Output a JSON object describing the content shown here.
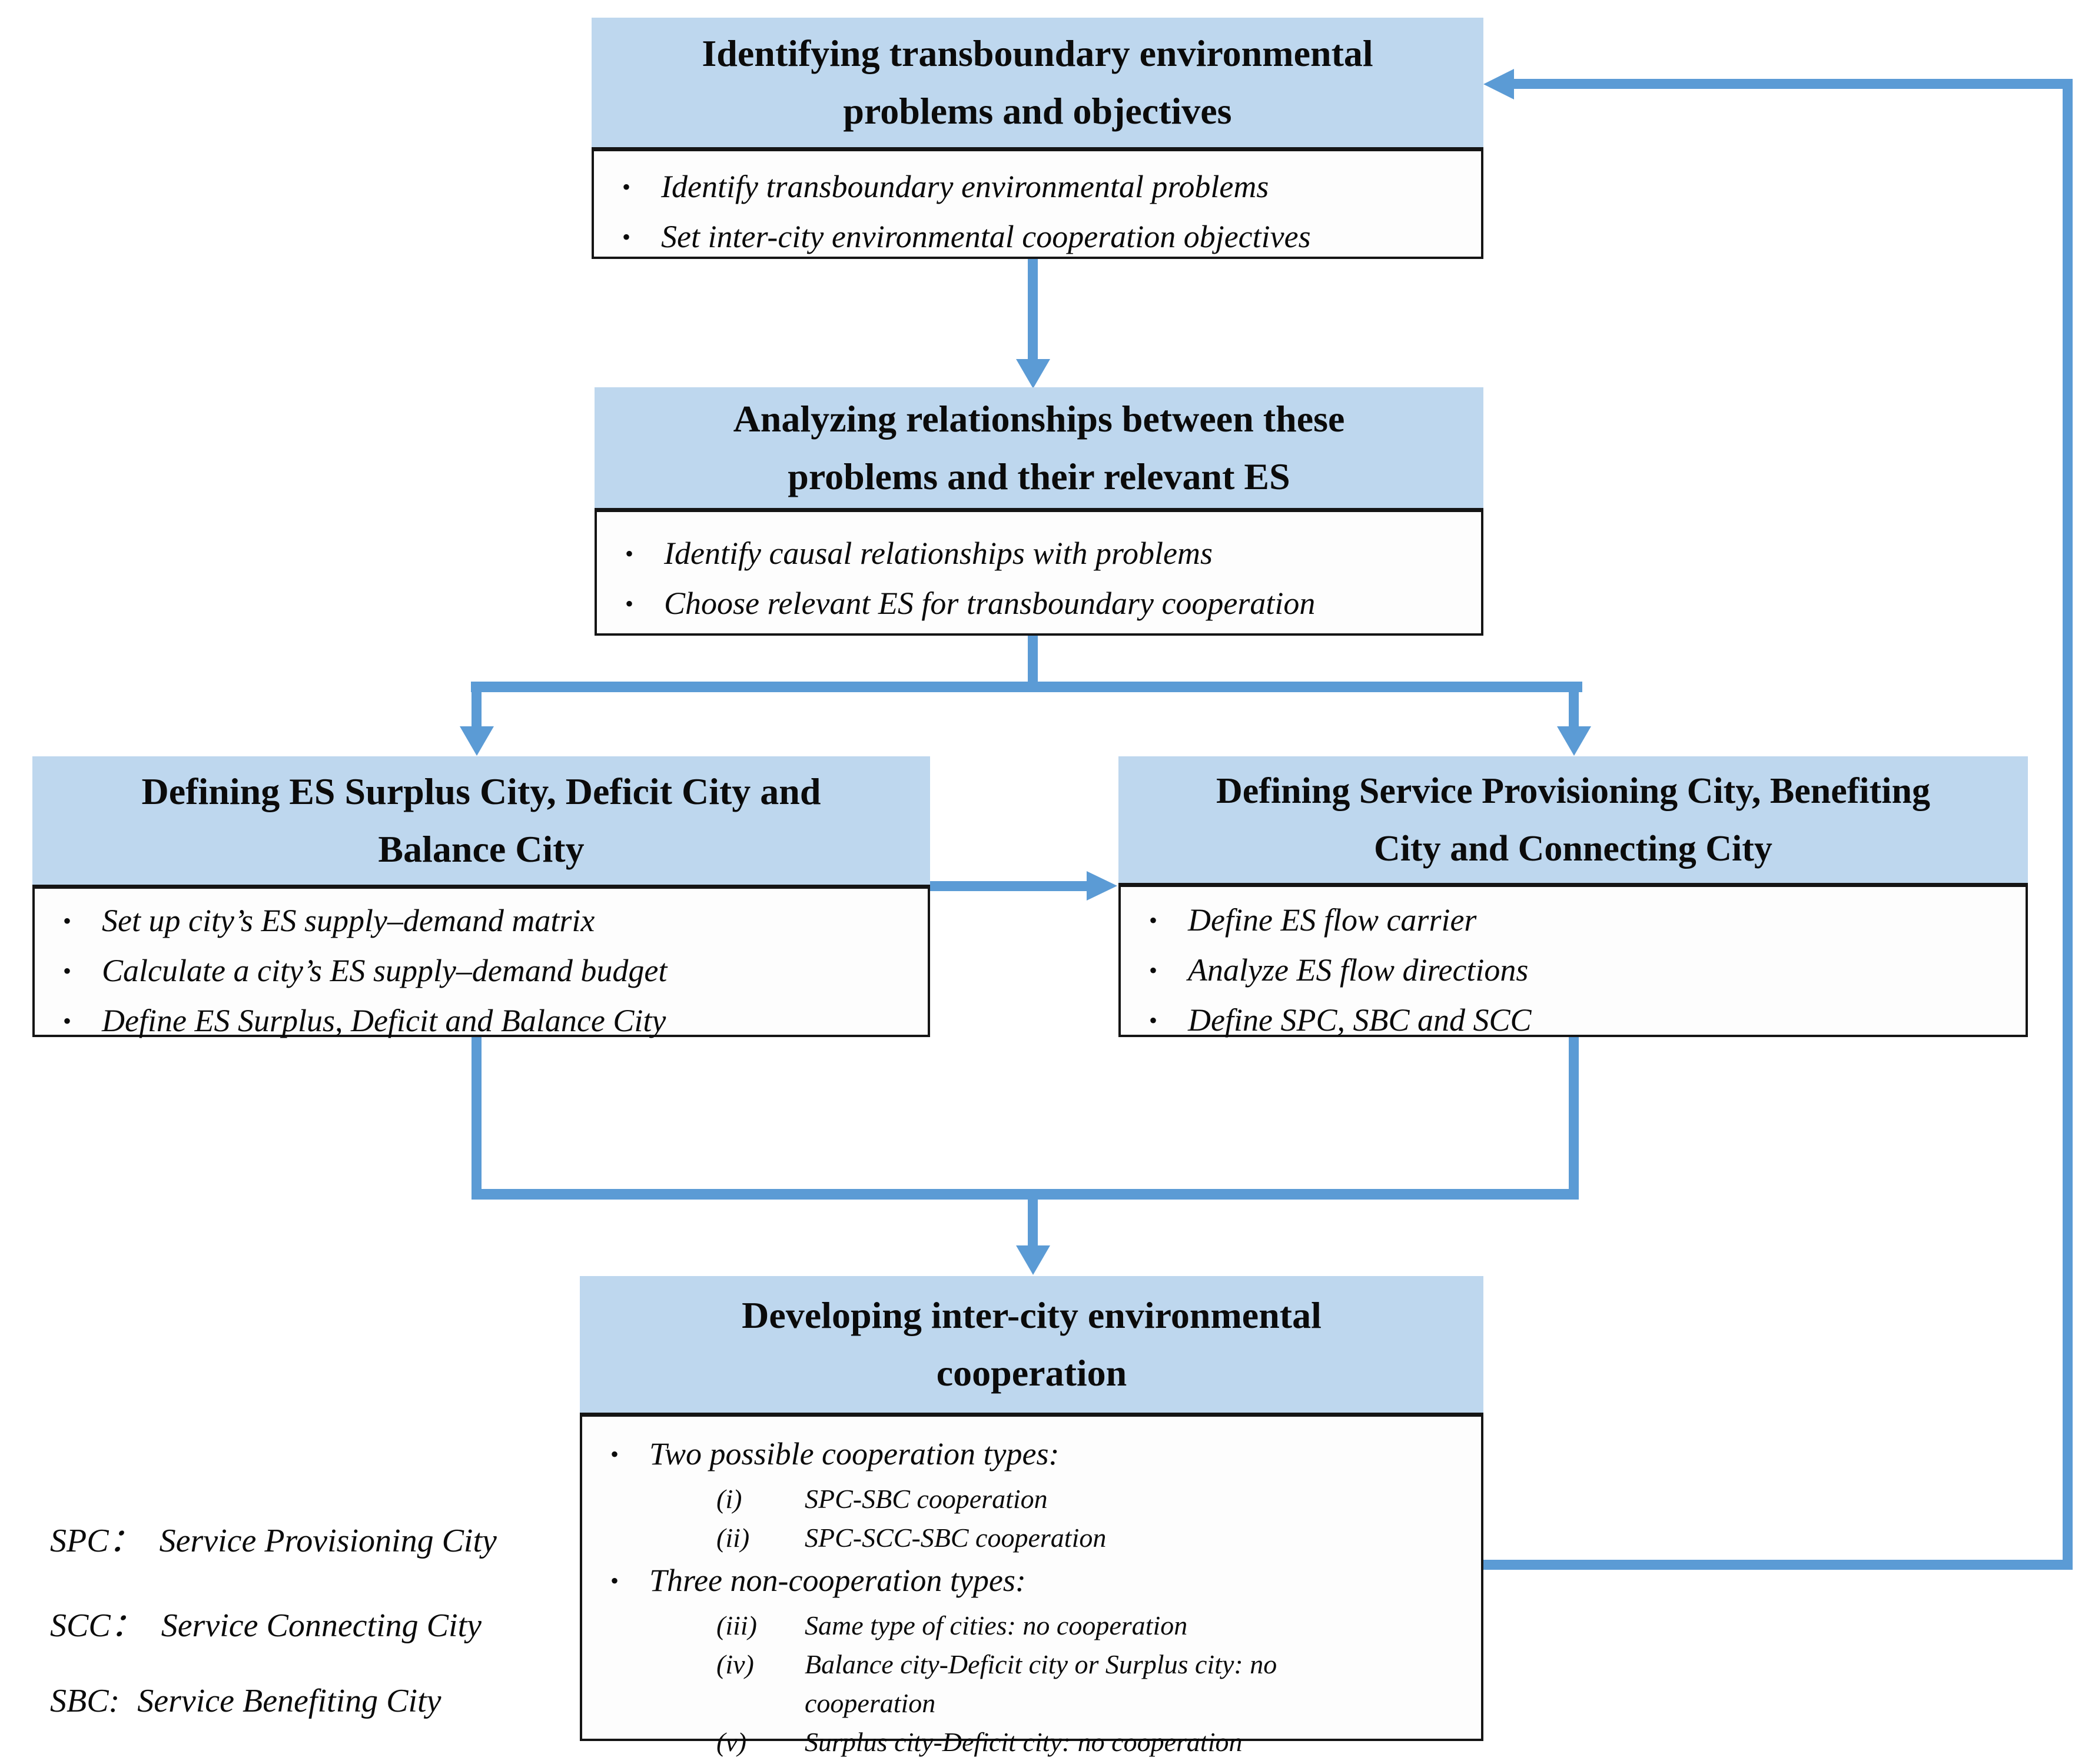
{
  "palette": {
    "header_fill": "#bed7ee",
    "arrow_blue": "#5b9bd5",
    "border_black": "#151515",
    "background": "#ffffff"
  },
  "boxes": {
    "identify": {
      "title_line1": "Identifying transboundary environmental",
      "title_line2": "problems and objectives",
      "bullets": [
        "Identify transboundary environmental problems",
        "Set inter-city environmental cooperation objectives"
      ]
    },
    "analyze": {
      "title_line1": "Analyzing relationships between these",
      "title_line2": "problems and their relevant ES",
      "bullets": [
        "Identify causal relationships with problems",
        "Choose relevant ES for transboundary cooperation"
      ]
    },
    "surplus": {
      "title_line1": "Defining ES Surplus City, Deficit City and",
      "title_line2": "Balance City",
      "bullets": [
        "Set up city’s ES supply–demand matrix",
        "Calculate a city’s ES supply–demand budget",
        "Define ES Surplus, Deficit and Balance City"
      ]
    },
    "provisioning": {
      "title_line1": "Defining Service Provisioning City, Benefiting",
      "title_line2": "City and Connecting City",
      "bullets": [
        "Define ES flow carrier",
        "Analyze ES flow directions",
        "Define SPC, SBC and SCC"
      ]
    },
    "developing": {
      "title_line1": "Developing inter-city environmental",
      "title_line2": "cooperation",
      "items": [
        {
          "kind": "bullet",
          "text": "Two possible cooperation types:"
        },
        {
          "kind": "sub",
          "marker": "(i)",
          "text": "SPC-SBC cooperation"
        },
        {
          "kind": "sub",
          "marker": "(ii)",
          "text": "SPC-SCC-SBC cooperation"
        },
        {
          "kind": "bullet",
          "text": "Three non-cooperation types:"
        },
        {
          "kind": "sub",
          "marker": "(iii)",
          "text": "Same type of cities: no cooperation"
        },
        {
          "kind": "sub",
          "marker": "(iv)",
          "text": "Balance city-Deficit city or Surplus city: no cooperation"
        },
        {
          "kind": "sub",
          "marker": "(v)",
          "text": "Surplus city-Deficit city: no cooperation"
        }
      ]
    }
  },
  "legend": {
    "items": [
      {
        "abbr": "SPC",
        "colon": "：",
        "label": "Service Provisioning City"
      },
      {
        "abbr": "SCC",
        "colon": "：",
        "label": "Service Connecting City"
      },
      {
        "abbr": "SBC",
        "colon": ":",
        "label": "Service Benefiting City"
      }
    ]
  }
}
